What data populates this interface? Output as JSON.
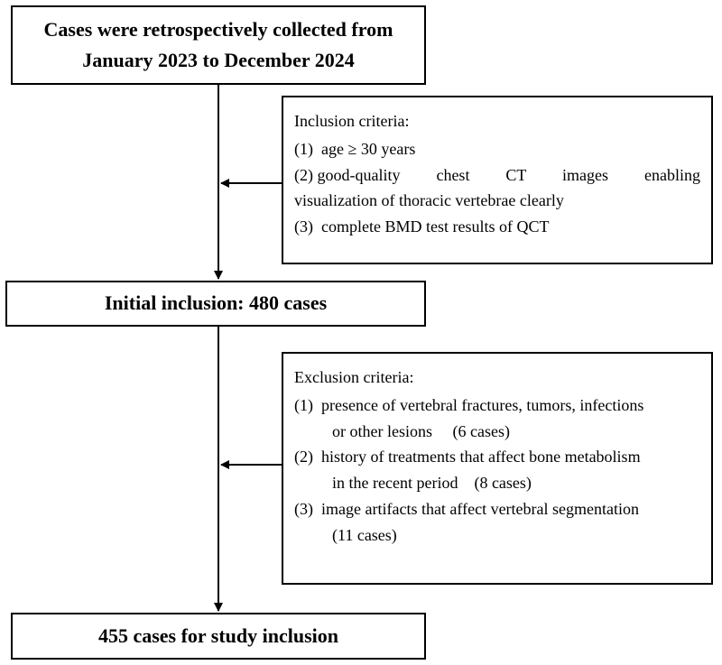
{
  "boxes": {
    "start": {
      "line1": "Cases were retrospectively collected from",
      "line2": "January 2023 to December 2024"
    },
    "initial": {
      "text": "Initial inclusion: 480 cases"
    },
    "final": {
      "text": "455 cases for study inclusion"
    }
  },
  "inclusion": {
    "title": "Inclusion criteria:",
    "items": [
      {
        "num": "(1)",
        "text": "age ≥ 30 years"
      },
      {
        "num": "(2)",
        "line1": "good-quality chest CT images enabling",
        "line2": "visualization of thoracic vertebrae clearly"
      },
      {
        "num": "(3)",
        "text": "complete BMD test results of QCT"
      }
    ]
  },
  "exclusion": {
    "title": "Exclusion criteria:",
    "items": [
      {
        "num": "(1)",
        "line1": "presence of vertebral fractures, tumors, infections",
        "line2": "or other lesions",
        "count": "(6 cases)"
      },
      {
        "num": "(2)",
        "line1": "history of treatments that affect bone metabolism",
        "line2": "in the recent period",
        "count": "(8 cases)"
      },
      {
        "num": "(3)",
        "line1": "image artifacts that affect vertebral segmentation",
        "line2": "(11 cases)"
      }
    ]
  }
}
